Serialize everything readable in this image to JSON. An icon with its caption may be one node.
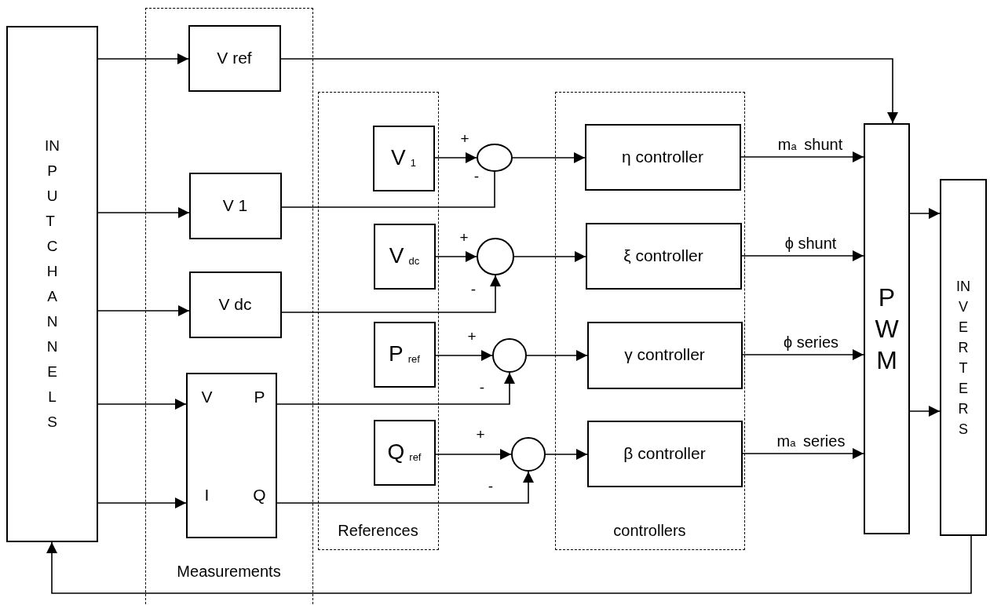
{
  "diagram": {
    "nodes": [
      {
        "text": [
          "INPUT CHANNELS"
        ]
      },
      {
        "text": [
          "Measurements"
        ]
      },
      {
        "text": [
          "V ref"
        ],
        "in": 1
      },
      {
        "text": [
          "V 1"
        ],
        "in": 1
      },
      {
        "text": [
          "V dc"
        ],
        "in": 1
      },
      {
        "text": [
          "V",
          "P",
          "I",
          "Q"
        ],
        "in": 1
      },
      {
        "text": [
          "References"
        ]
      },
      {
        "text": [
          "V$_{1}$"
        ],
        "in": 6
      },
      {
        "text": [
          "V$_{dc}$"
        ],
        "in": 6
      },
      {
        "text": [
          "P$_{ref}$"
        ],
        "in": 6
      },
      {
        "text": [
          "Q$_{ref}$"
        ],
        "in": 6
      },
      {
        "text": [],
        "shape": "circle"
      },
      {
        "text": [],
        "shape": "circle"
      },
      {
        "text": [],
        "shape": "circle"
      },
      {
        "text": [],
        "shape": "circle"
      },
      {
        "text": [
          "controllers"
        ]
      },
      {
        "text": [
          "η controller"
        ],
        "in": 15
      },
      {
        "text": [
          "ξ controller"
        ],
        "in": 15
      },
      {
        "text": [
          "γ controller"
        ],
        "in": 15
      },
      {
        "text": [
          "β controller"
        ],
        "in": 15
      },
      {
        "text": [
          "PWM"
        ]
      },
      {
        "text": [
          "INVERTERS"
        ]
      }
    ],
    "edges": [
      {
        "from": 0,
        "to": 2,
        "arrow": "to"
      },
      {
        "from": 0,
        "to": 3,
        "arrow": "to"
      },
      {
        "from": 0,
        "to": 4,
        "arrow": "to"
      },
      {
        "from": 0,
        "to": 5,
        "arrow": "to"
      },
      {
        "from": 0,
        "to": 5,
        "arrow": "to"
      },
      {
        "from": 2,
        "to": 20,
        "arrow": "to"
      },
      {
        "from": 7,
        "to": 11,
        "arrow": "to"
      },
      {
        "from": 3,
        "to": 11,
        "arrow": "none"
      },
      {
        "from": 8,
        "to": 12,
        "arrow": "to"
      },
      {
        "from": 4,
        "to": 12,
        "arrow": "to"
      },
      {
        "from": 9,
        "to": 13,
        "arrow": "to"
      },
      {
        "from": 5,
        "to": 13,
        "arrow": "to"
      },
      {
        "from": 10,
        "to": 14,
        "arrow": "to"
      },
      {
        "from": 5,
        "to": 14,
        "arrow": "to"
      },
      {
        "from": 11,
        "to": 16,
        "arrow": "to"
      },
      {
        "from": 12,
        "to": 17,
        "arrow": "to"
      },
      {
        "from": 13,
        "to": 18,
        "arrow": "to"
      },
      {
        "from": 14,
        "to": 19,
        "arrow": "to"
      },
      {
        "from": 16,
        "to": 20,
        "arrow": "to",
        "label": "m$_{a}$ shunt"
      },
      {
        "from": 17,
        "to": 20,
        "arrow": "to",
        "label": "ϕ shunt"
      },
      {
        "from": 18,
        "to": 20,
        "arrow": "to",
        "label": "ϕ series"
      },
      {
        "from": 19,
        "to": 20,
        "arrow": "to",
        "label": "m$_{a}$ series"
      },
      {
        "from": 20,
        "to": 21,
        "arrow": "to"
      },
      {
        "from": 20,
        "to": 21,
        "arrow": "to"
      },
      {
        "from": 21,
        "to": 0,
        "arrow": "to"
      }
    ],
    "labels": [
      "+",
      "-",
      "+",
      "-",
      "+",
      "-",
      "+",
      "-"
    ]
  }
}
